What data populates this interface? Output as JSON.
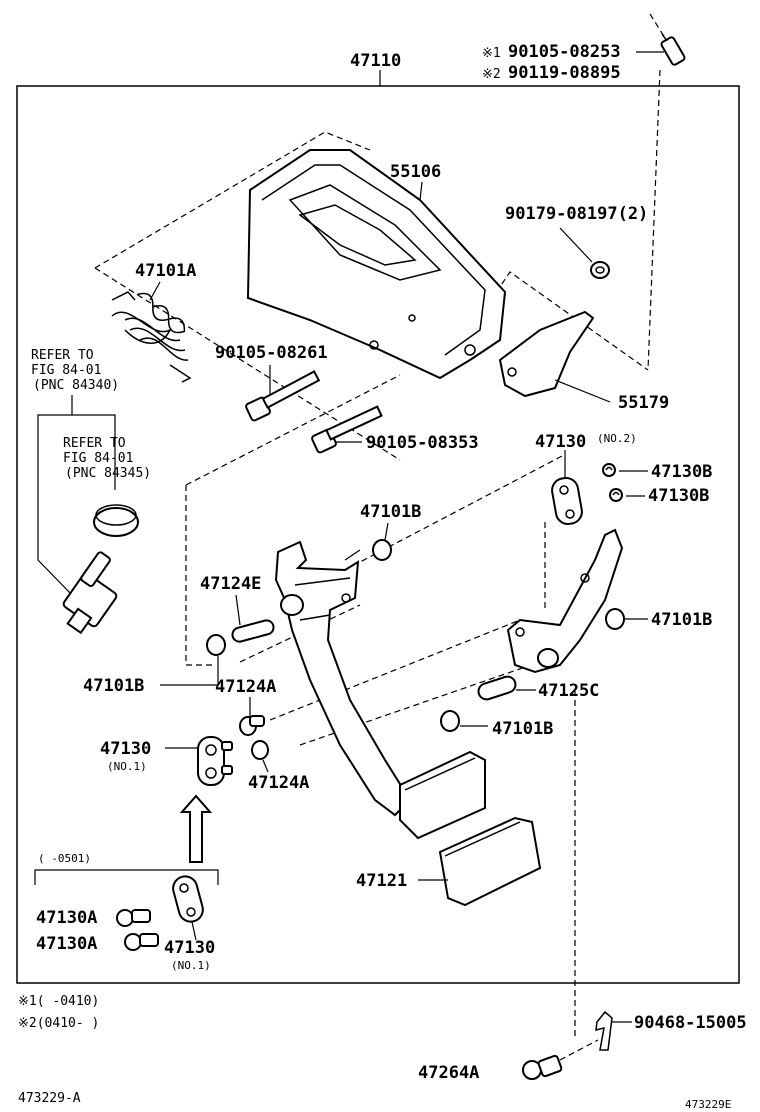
{
  "callouts": {
    "assembly": "47110",
    "bolt_top_1_mark": "※1",
    "bolt_top_1": "90105-08253",
    "bolt_top_2_mark": "※2",
    "bolt_top_2": "90119-08895",
    "bracket": "55106",
    "nut": "90179-08197(2)",
    "spring": "47101A",
    "bolt_a": "90105-08261",
    "bolt_b": "90105-08353",
    "plate": "55179",
    "link_no2": "47130",
    "link_no2_sub": "(NO.2)",
    "clip_b1": "47130B",
    "clip_b2": "47130B",
    "bushing_top": "47101B",
    "collar_e": "47124E",
    "bushing_right": "47101B",
    "bushing_left": "47101B",
    "collar_a1": "47124A",
    "collar_c": "47125C",
    "link_no1": "47130",
    "link_no1_sub": "(NO.1)",
    "collar_a2": "47124A",
    "bushing_bottom": "47101B",
    "pad": "47121",
    "pin_a1": "47130A",
    "pin_a2": "47130A",
    "link_no1_b": "47130",
    "link_no1_b_sub": "(NO.1)",
    "range_label": "(    -0501)",
    "hair_pin": "90468-15005",
    "pin_bottom": "47264A"
  },
  "refer": {
    "r1_line1": "REFER TO",
    "r1_line2": "FIG 84-01",
    "r1_line3": "(PNC 84340)",
    "r2_line1": "REFER TO",
    "r2_line2": "FIG 84-01",
    "r2_line3": "(PNC 84345)"
  },
  "notes": {
    "n1": "※1(      -0410)",
    "n2": "※2(0410-      )"
  },
  "footer": {
    "left_code": "473229-A",
    "right_code": "473229E"
  }
}
